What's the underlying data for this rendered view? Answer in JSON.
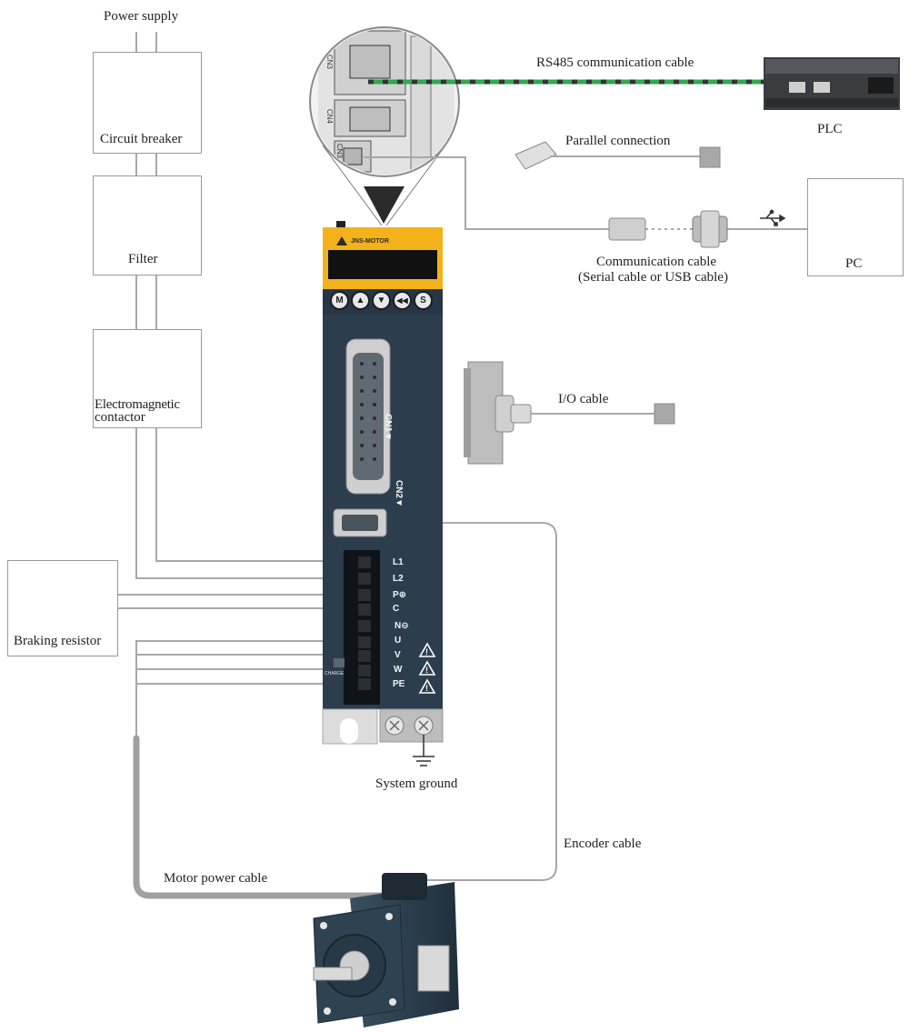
{
  "labels": {
    "power_supply": "Power supply",
    "circuit_breaker": "Circuit breaker",
    "filter": "Filter",
    "contactor_line1": "Electromagnetic",
    "contactor_line2": "contactor",
    "braking_resistor": "Braking resistor",
    "rs485": "RS485 communication cable",
    "plc": "PLC",
    "parallel": "Parallel connection",
    "comm_line1": "Communication cable",
    "comm_line2": "(Serial cable or USB cable)",
    "pc": "PC",
    "io_cable": "I/O cable",
    "system_ground": "System ground",
    "encoder_cable": "Encoder cable",
    "motor_power_cable": "Motor power cable"
  },
  "drive": {
    "brand": "JNS-MOTOR",
    "buttons": [
      "M",
      "▲",
      "▼",
      "◀◀",
      "S"
    ],
    "cn1": "CN1▼",
    "cn2": "CN2▼",
    "cn3": "CN3",
    "terminals": [
      "L1",
      "L2",
      "P⊕",
      "C",
      "N⊖",
      "U",
      "V",
      "W",
      "PE"
    ],
    "charge": "CHARGE"
  },
  "colors": {
    "drive_body": "#2c3e4e",
    "drive_top": "#f3b21a",
    "rs485_cable": "#2fa84f",
    "wire": "#a8a8a8"
  },
  "icons": [
    "usb-icon",
    "ground-icon",
    "warning-icon"
  ]
}
